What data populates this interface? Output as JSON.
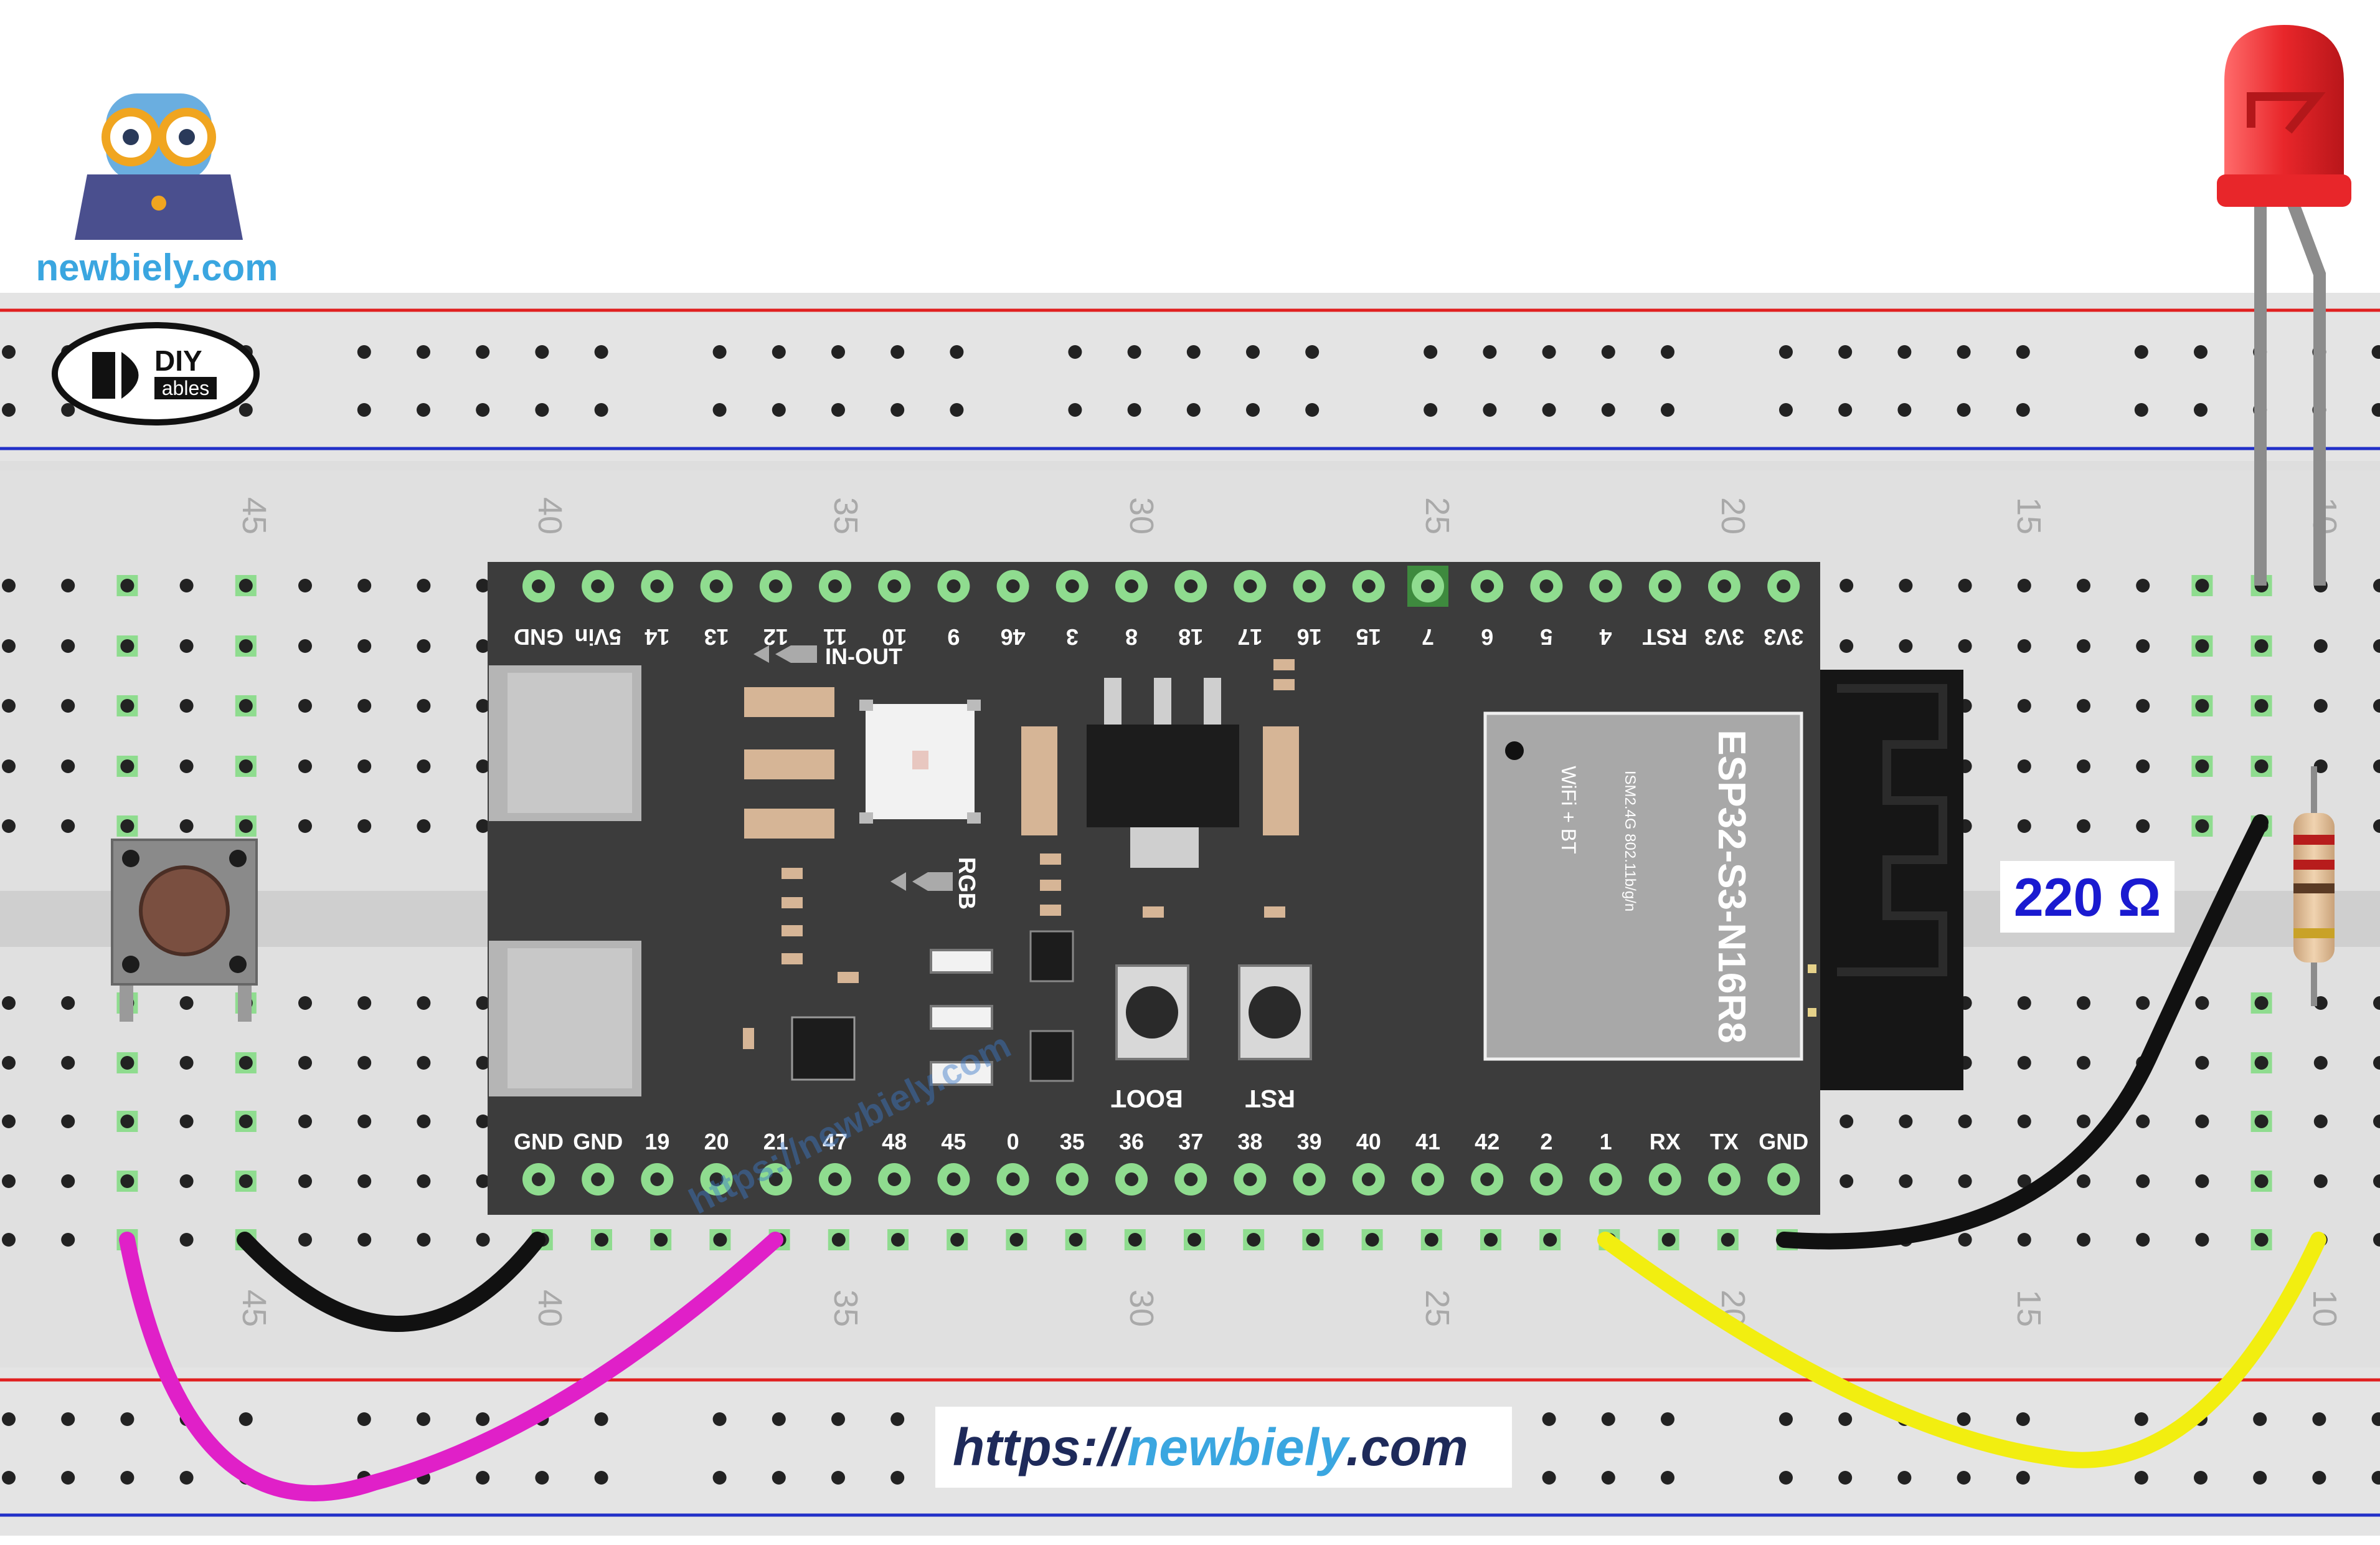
{
  "branding": {
    "site_name": "newbiely.com",
    "diy_logo_text": "DIY",
    "diy_logo_subtext": "ables",
    "url_prefix": "https://",
    "url_highlight": "newbiely",
    "url_suffix": ".com",
    "watermark": "https://newbiely.com"
  },
  "breadboard": {
    "column_numbers": [
      "45",
      "40",
      "35",
      "30",
      "25",
      "20",
      "15",
      "10"
    ]
  },
  "board": {
    "module_line1": "ESP32-S3-N16R8",
    "module_line2": "ISM2.4G 802.11b/g/n",
    "module_line3": "WiFi + BT",
    "label_rgb": "RGB",
    "label_in_out": "IN-OUT",
    "label_boot": "BOOT",
    "label_rst": "RST",
    "top_pins": [
      "GND",
      "5Vin",
      "14",
      "13",
      "12",
      "11",
      "10",
      "9",
      "46",
      "3",
      "8",
      "18",
      "17",
      "16",
      "15",
      "7",
      "6",
      "5",
      "4",
      "RST",
      "3V3",
      "3V3"
    ],
    "bottom_pins": [
      "GND",
      "GND",
      "19",
      "20",
      "21",
      "47",
      "48",
      "45",
      "0",
      "35",
      "36",
      "37",
      "38",
      "39",
      "40",
      "41",
      "42",
      "2",
      "1",
      "RX",
      "TX",
      "GND"
    ]
  },
  "components": {
    "resistor_label": "220 Ω",
    "led_color": "#e8262a",
    "wire_colors": {
      "button_to_gnd": "#111111",
      "button_to_pin21": "#e020c8",
      "pin1_to_resistor": "#f2ee10",
      "gnd_to_led": "#111111"
    }
  }
}
